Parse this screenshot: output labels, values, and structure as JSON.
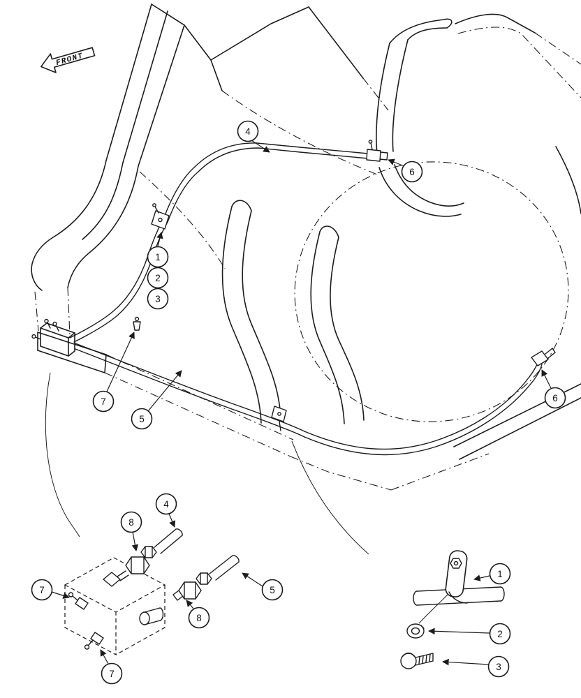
{
  "figure": {
    "front_label": "FRONT",
    "background_color": "#ffffff",
    "line_color": "#1c1c1c"
  },
  "callouts": {
    "main": [
      "4",
      "6",
      "1",
      "2",
      "3",
      "7",
      "5",
      "6"
    ],
    "manifold_detail": [
      "4",
      "8",
      "7",
      "5",
      "8",
      "7"
    ],
    "clamp_detail": [
      "1",
      "2",
      "3"
    ]
  }
}
